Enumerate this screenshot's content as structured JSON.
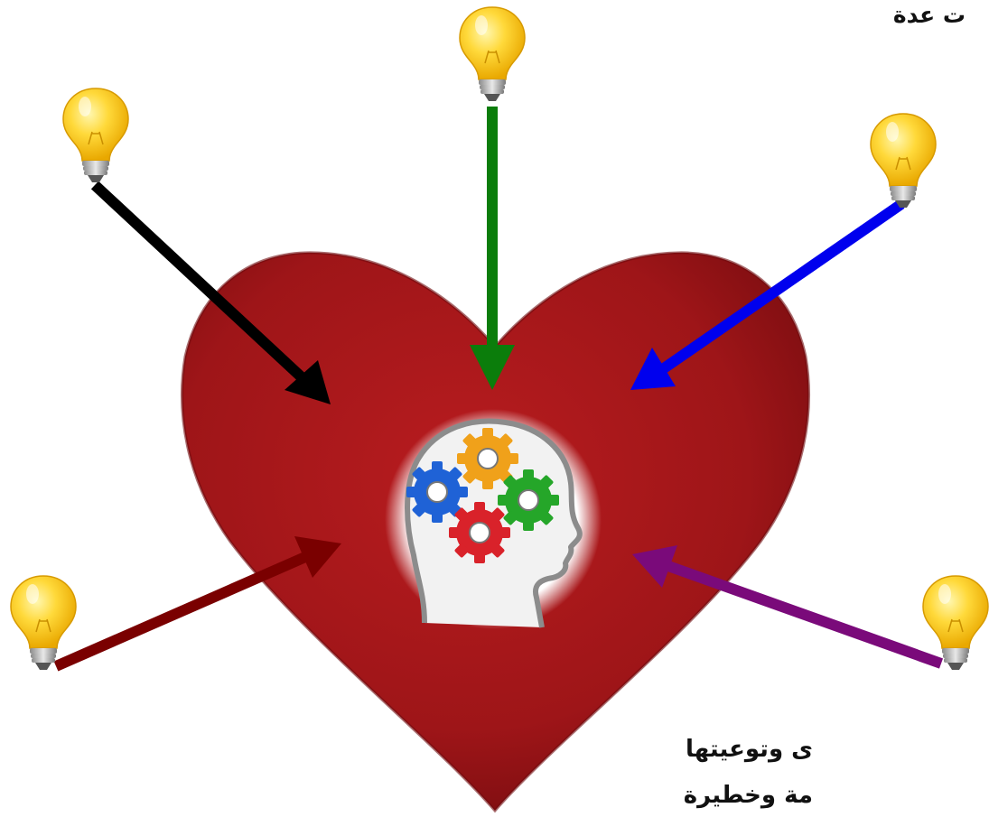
{
  "texts": {
    "top_right_fragment": "ت عدة",
    "bottom_line_1": "ى وتوعيتها",
    "bottom_line_2": "مة وخطيرة"
  },
  "colors": {
    "heart": "#a8171a",
    "arrow_top": "#0b7d0b",
    "arrow_top_left": "#000000",
    "arrow_top_right": "#0000ee",
    "arrow_bottom_left": "#7a0000",
    "arrow_bottom_right": "#7a0a7a",
    "bulb": "#f7c21a"
  },
  "icons": [
    "lightbulb-icon",
    "head-with-gears-icon"
  ]
}
